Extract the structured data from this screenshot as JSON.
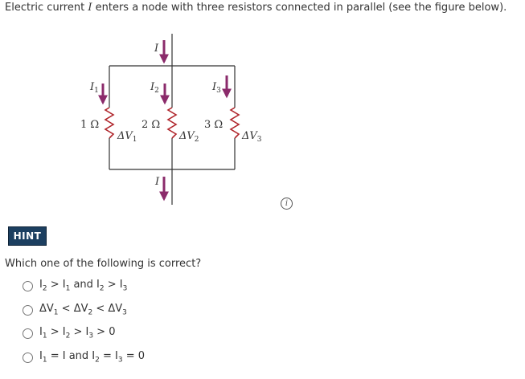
{
  "problem": {
    "before": "Electric current ",
    "symbol": "I",
    "after": " enters a node with three resistors connected in parallel (see the figure below)."
  },
  "figure": {
    "current_in": "I",
    "current_out": "I",
    "i1": "I",
    "i1_sub": "1",
    "i2": "I",
    "i2_sub": "2",
    "i3": "I",
    "i3_sub": "3",
    "r1": "1 Ω",
    "r2": "2 Ω",
    "r3": "3 Ω",
    "dv1": "ΔV",
    "dv1_sub": "1",
    "dv2": "ΔV",
    "dv2_sub": "2",
    "dv3": "ΔV",
    "dv3_sub": "3",
    "wire_color": "#333333",
    "resistor_color": "#b0262c",
    "arrow_color": "#8b2b6b"
  },
  "info_icon": {
    "glyph": "i"
  },
  "hint": {
    "label": "HINT"
  },
  "question": {
    "text": "Which one of the following is correct?"
  },
  "options": [
    "I<sub>2</sub> &gt; I<sub>1</sub> and I<sub>2</sub> &gt; I<sub>3</sub>",
    "ΔV<sub>1</sub> &lt; ΔV<sub>2</sub> &lt; ΔV<sub>3</sub>",
    "I<sub>1</sub> &gt; I<sub>2</sub> &gt; I<sub>3</sub> &gt; 0",
    "I<sub>1</sub> = I and I<sub>2</sub> = I<sub>3</sub> = 0"
  ]
}
